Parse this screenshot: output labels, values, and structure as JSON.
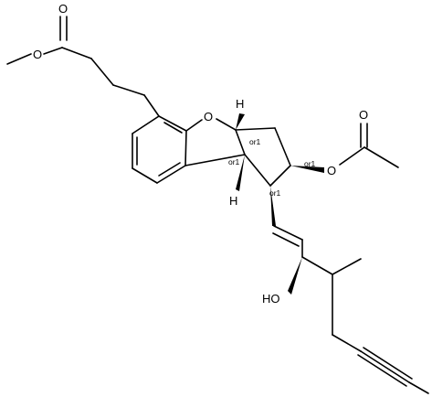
{
  "diagram": {
    "type": "chemical-structure",
    "atom_labels": {
      "ester_carbonyl_o": "O",
      "ester_methoxy_o": "O",
      "ring_o": "O",
      "acetate_o": "O",
      "acetate_carbonyl_o": "O",
      "h_top": "H",
      "h_bottom": "H",
      "hydroxyl": "HO"
    },
    "stereo_tags": {
      "or1_a": "or1",
      "or1_b": "or1",
      "or1_c": "or1",
      "or1_d": "or1"
    },
    "colors": {
      "bond": "#000000",
      "text": "#000000",
      "background": "#ffffff"
    }
  }
}
